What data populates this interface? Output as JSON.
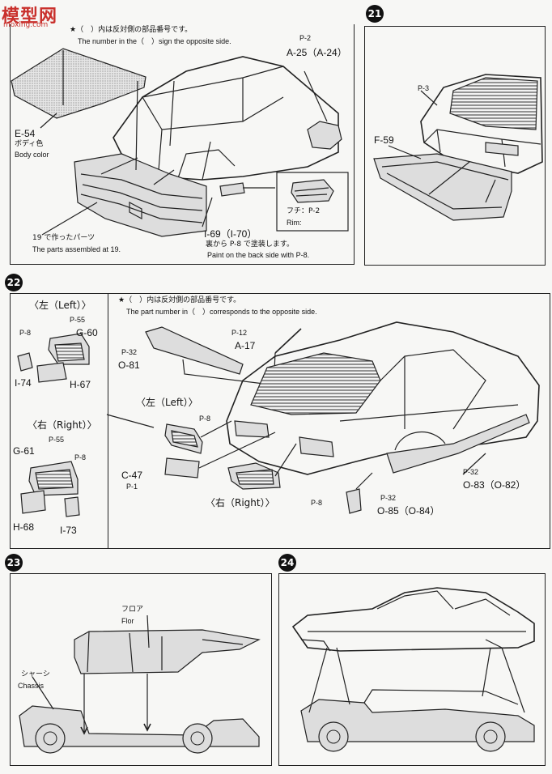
{
  "watermark": {
    "mark": "模型网",
    "url": "moxing.com"
  },
  "steps": {
    "s21": "21",
    "s22": "22",
    "s23": "23",
    "s24": "24"
  },
  "p20": {
    "note_ja": "★（　）内は反対側の部品番号です。",
    "note_en": "The number in the（　）sign the opposite side.",
    "mirror_ref": "P-2",
    "mirror_part": "A-25（A-24）",
    "hood_part": "E-54",
    "hood_color_ja": "ボディ色",
    "hood_color_en": "Body color",
    "assembled_ja": "19 で作ったパーツ",
    "assembled_en": "The parts assembled at 19.",
    "lamp_part": "I-69（I-70）",
    "lamp_paint_ja": "裏から P-8 で塗装します。",
    "lamp_paint_en": "Paint on the back side with P-8.",
    "rim_ja": "フチ：P-2",
    "rim_en": "Rim:"
  },
  "p21": {
    "ref": "P-3",
    "part": "F-59"
  },
  "p22": {
    "note_ja": "★（　）内は反対側の部品番号です。",
    "note_en": "The part number in（　）corresponds to the opposite side.",
    "left_ja": "〈左（Left）〉",
    "right_ja": "〈右（Right）〉",
    "left_refs": [
      "P-8",
      "P-55",
      "G-60",
      "I-74",
      "H-67"
    ],
    "right_refs": [
      "P-55",
      "P-8",
      "G-61",
      "H-68",
      "I-73"
    ],
    "wing_ref": "P-12",
    "antenna_part": "A-17",
    "spoiler_ref": "P-32",
    "spoiler_part": "O-81",
    "center_left": "〈左（Left）〉",
    "center_right": "〈右（Right）〉",
    "center_ref_left": "P-8",
    "center_ref_right": "P-8",
    "plate_part": "C-47",
    "plate_ref": "P-1",
    "skirt_ref": "P-32",
    "skirt_part": "O-83（O-82）",
    "flap_ref": "P-32",
    "flap_part": "O-85（O-84）"
  },
  "p23": {
    "floor_ja": "フロア",
    "floor_en": "Flor",
    "chassis_ja": "シャーシ",
    "chassis_en": "Chassis"
  }
}
